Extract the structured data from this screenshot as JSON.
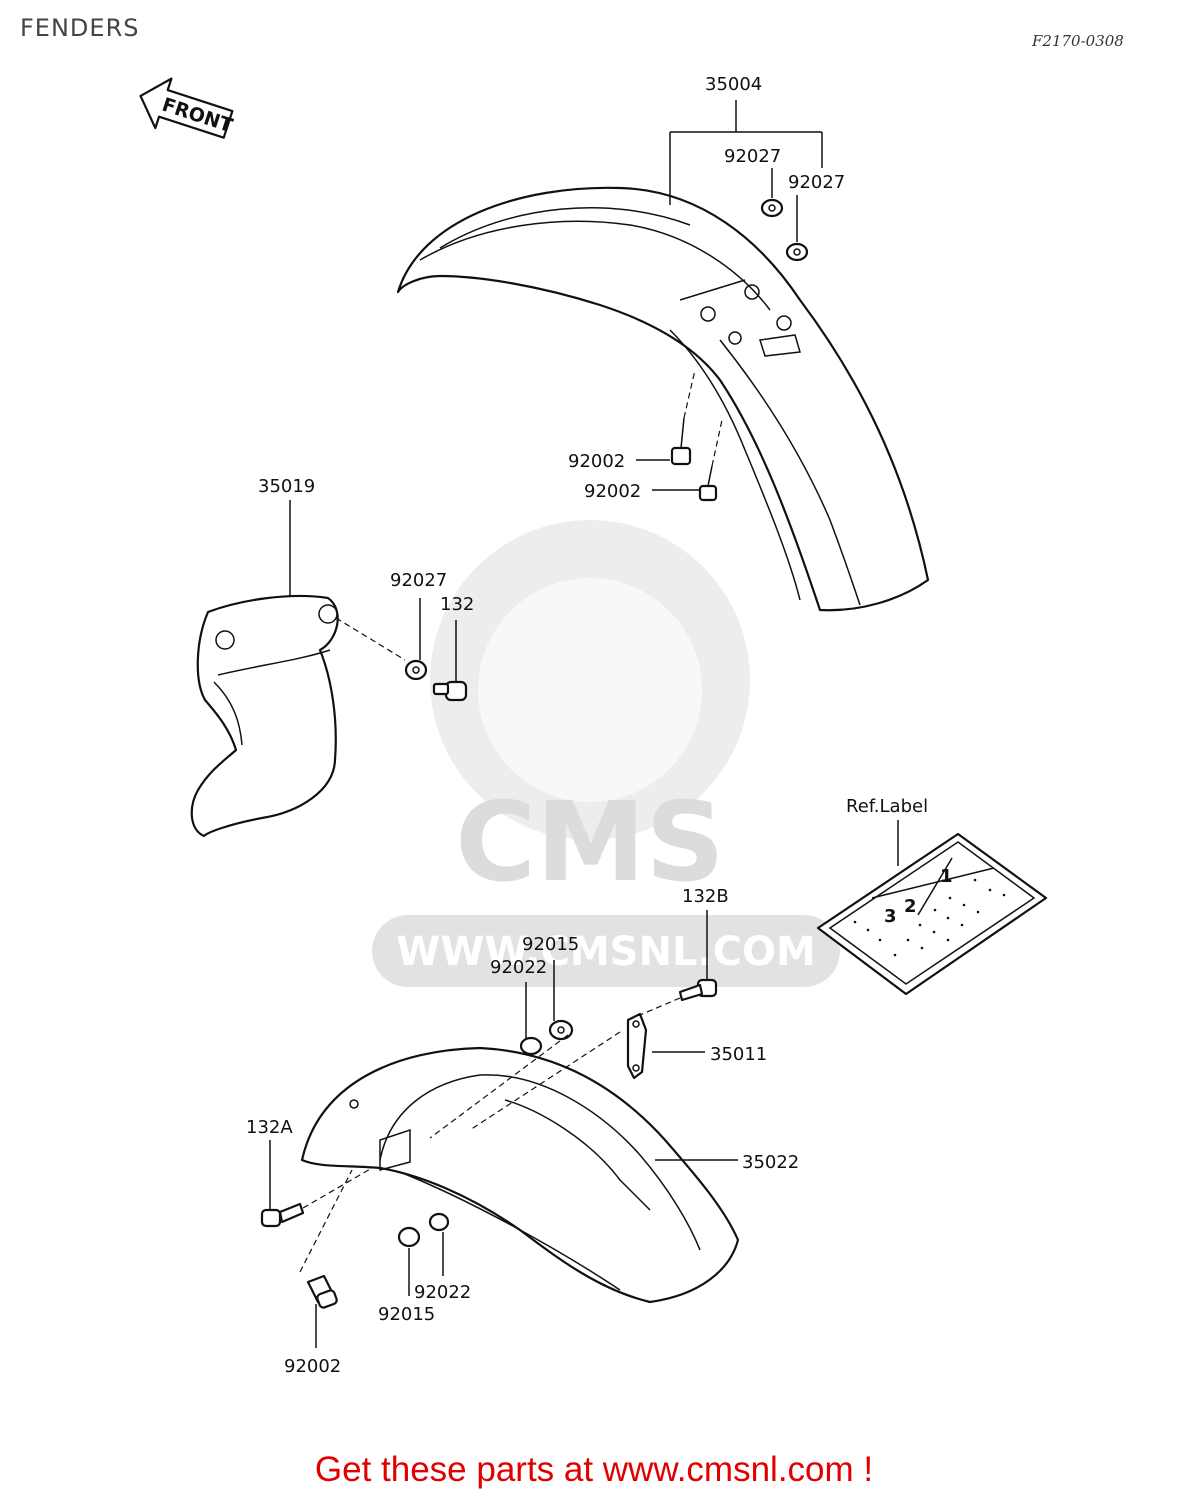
{
  "header": {
    "title": "FENDERS",
    "drawing_code": "F2170-0308"
  },
  "front_arrow": {
    "label": "FRONT"
  },
  "watermark": {
    "brand": "CMS",
    "url": "WWW.CMSNL.COM"
  },
  "ref_label": {
    "label": "Ref.Label",
    "numbers": [
      "3",
      "2",
      "1"
    ]
  },
  "parts": {
    "front_fender": "35004",
    "nut_a": "92027",
    "nut_b": "92027",
    "bolt_front_1": "92002",
    "bolt_front_2": "92002",
    "side_cover": "35019",
    "cover_nut": "92027",
    "cover_bolt": "132",
    "bolt_132b": "132B",
    "collar_upper_15": "92015",
    "collar_upper_22": "92022",
    "bracket": "35011",
    "rear_fender": "35022",
    "bolt_132a": "132A",
    "collar_lower_22": "92022",
    "collar_lower_15": "92015",
    "bolt_rear": "92002"
  },
  "footer": {
    "promo": "Get these parts at www.cmsnl.com !"
  }
}
